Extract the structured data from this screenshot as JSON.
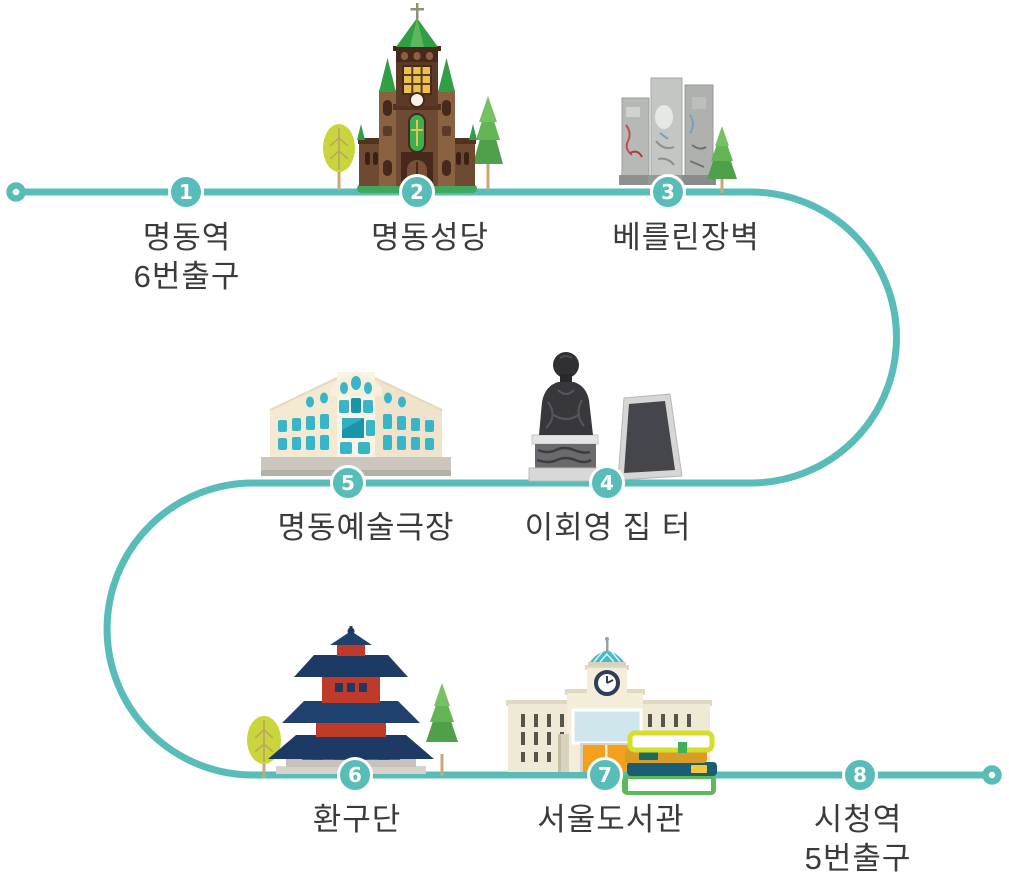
{
  "route": {
    "line_color": "#58bcb8",
    "badge_color": "#58bcb8",
    "badge_text_color": "#ffffff",
    "label_color": "#3b3b3b",
    "start_marker": "start-ring",
    "end_marker": "end-ring",
    "stops": [
      {
        "number": "1",
        "lines": [
          "명동역",
          "6번출구"
        ],
        "icon": "none"
      },
      {
        "number": "2",
        "lines": [
          "명동성당"
        ],
        "icon": "cathedral"
      },
      {
        "number": "3",
        "lines": [
          "베를린장벽"
        ],
        "icon": "berlin-wall"
      },
      {
        "number": "4",
        "lines": [
          "이회영 집 터"
        ],
        "icon": "bust-and-plaque"
      },
      {
        "number": "5",
        "lines": [
          "명동예술극장"
        ],
        "icon": "theater-building"
      },
      {
        "number": "6",
        "lines": [
          "환구단"
        ],
        "icon": "pagoda"
      },
      {
        "number": "7",
        "lines": [
          "서울도서관"
        ],
        "icon": "library-with-books"
      },
      {
        "number": "8",
        "lines": [
          "시청역",
          "5번출구"
        ],
        "icon": "none"
      }
    ]
  }
}
